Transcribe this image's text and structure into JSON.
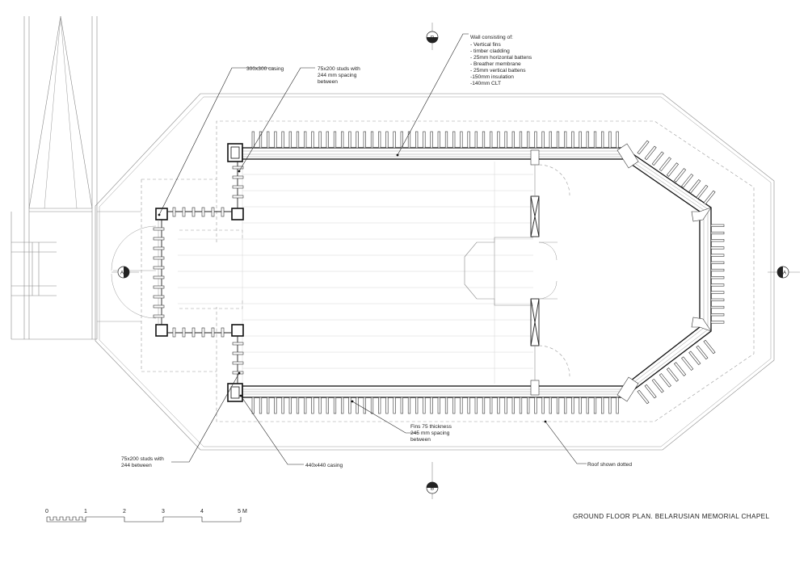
{
  "drawing": {
    "title": "GROUND FLOOR PLAN. BELARUSIAN MEMORIAL CHAPEL"
  },
  "section_markers": {
    "top": "B",
    "bottom": "B",
    "left": "A",
    "right": "A"
  },
  "annotations": {
    "wall_heading": "Wall consisting of:",
    "wall_layers": [
      "- Vertical fins",
      "- timber cladding",
      "- 25mm horizontal battens",
      "- Breather membrane",
      "- 25mm vertical battens",
      "-150mm insulation",
      "-140mm CLT"
    ],
    "casing_300": "300x300 casing",
    "studs_top": [
      "75x200 studs with",
      "244 mm spacing",
      "between"
    ],
    "studs_bottom": [
      "75x200 studs with",
      "244 between"
    ],
    "casing_440": "440x440 casing",
    "fins": [
      "Fins 75 thickness",
      "245 mm spacing",
      "between"
    ],
    "roof": "Roof shown dotted"
  },
  "scale_bar": {
    "labels": [
      "0",
      "1",
      "2",
      "3",
      "4",
      "5 M"
    ]
  }
}
